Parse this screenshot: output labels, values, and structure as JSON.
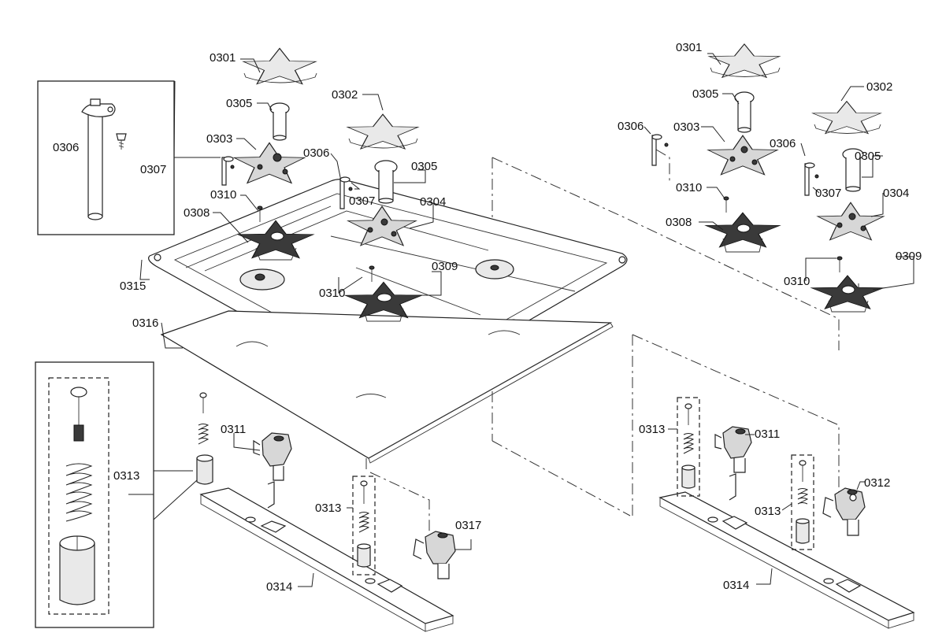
{
  "callouts": {
    "l_0301": "0301",
    "l_0305": "0305",
    "l_0303": "0303",
    "l_0306": "0306",
    "l_0307": "0307",
    "l_0310": "0310",
    "l_0308": "0308",
    "l_0315": "0315",
    "l_0316": "0316",
    "l_0313_inset": "0313",
    "l_0311": "0311",
    "l_0314": "0314",
    "l_0313": "0313",
    "l_0317": "0317",
    "m_0302": "0302",
    "m_0306": "0306",
    "m_0307": "0307",
    "m_0305": "0305",
    "m_0304": "0304",
    "m_0309": "0309",
    "m_0310": "0310",
    "r_0301": "0301",
    "r_0305": "0305",
    "r_0302": "0302",
    "r_0306a": "0306",
    "r_0303": "0303",
    "r_0306b": "0306",
    "r_0305b": "0305",
    "r_0310a": "0310",
    "r_0307": "0307",
    "r_0304": "0304",
    "r_0308": "0308",
    "r_0309": "0309",
    "r_0310b": "0310",
    "r_0313a": "0313",
    "r_0311": "0311",
    "r_0313b": "0313",
    "r_0312": "0312",
    "r_0314": "0314"
  },
  "colors": {
    "ink": "#222222",
    "part_fill": "#e9e9e9",
    "part_dark": "#3a3a3a",
    "background": "#ffffff"
  }
}
